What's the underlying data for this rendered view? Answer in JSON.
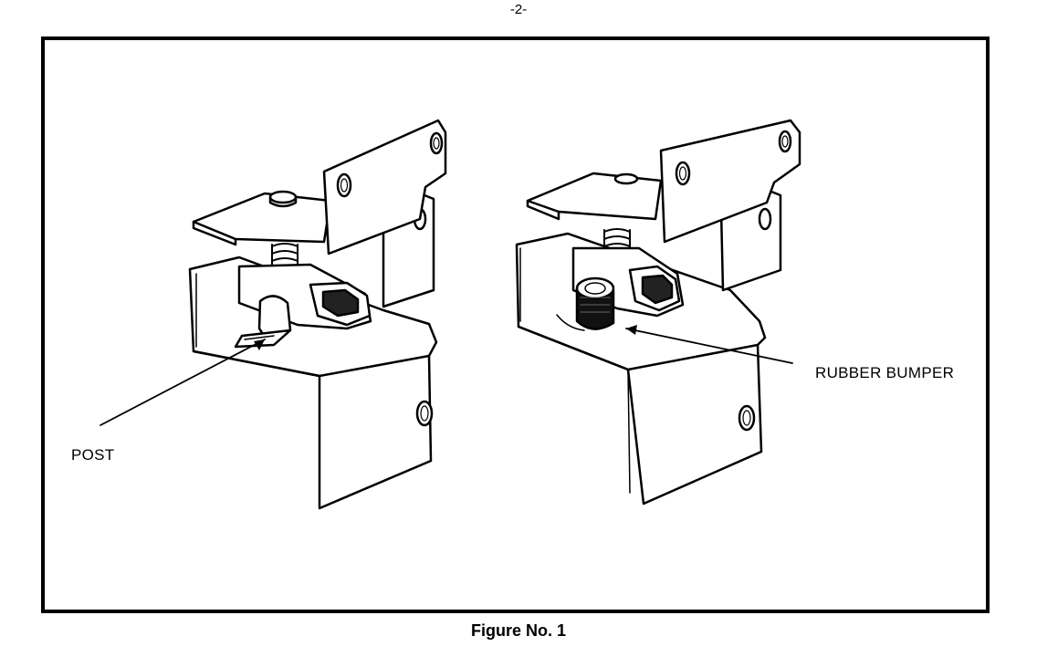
{
  "page": {
    "number": "-2-"
  },
  "figure": {
    "caption": "Figure No. 1",
    "labels": {
      "post": "POST",
      "rubber_bumper": "RUBBER BUMPER"
    }
  }
}
